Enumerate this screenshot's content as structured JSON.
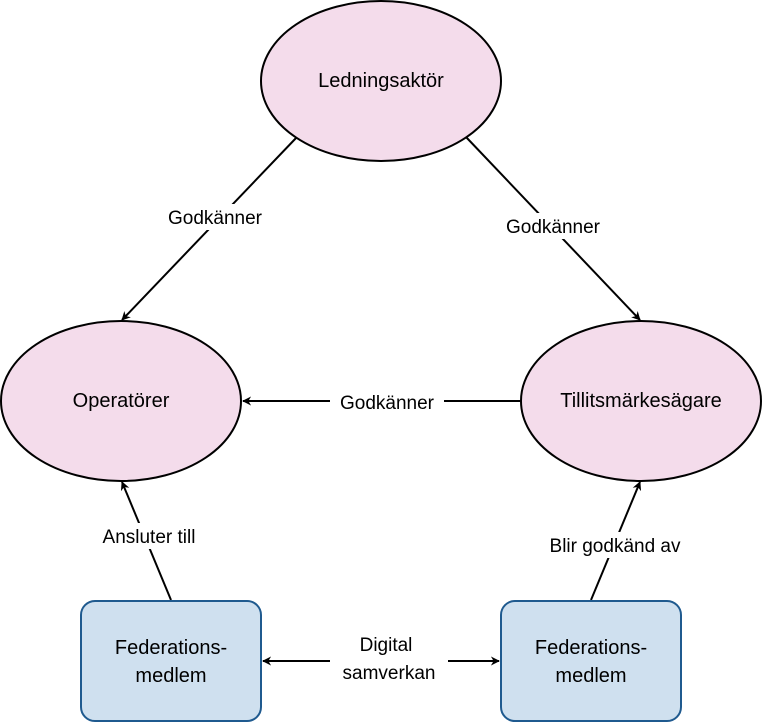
{
  "colors": {
    "ellipse_fill": "#f4dceb",
    "box_fill": "#cfe0ef",
    "box_stroke": "#1f5a8f",
    "stroke": "#000000",
    "background": "#ffffff"
  },
  "nodes": {
    "ledningsaktor": "Ledningsaktör",
    "operatorer": "Operatörer",
    "tillitsmarkesagare": "Tillitsmärkesägare",
    "federationsmedlem_left": [
      "Federations-",
      "medlem"
    ],
    "federationsmedlem_right": [
      "Federations-",
      "medlem"
    ]
  },
  "edges": {
    "ledning_to_operatorer": "Godkänner",
    "ledning_to_tillit": "Godkänner",
    "tillit_to_operatorer": "Godkänner",
    "fed_left_to_operatorer": "Ansluter till",
    "fed_right_to_tillit": "Blir godkänd av",
    "fed_interop": [
      "Digital",
      "samverkan"
    ]
  }
}
